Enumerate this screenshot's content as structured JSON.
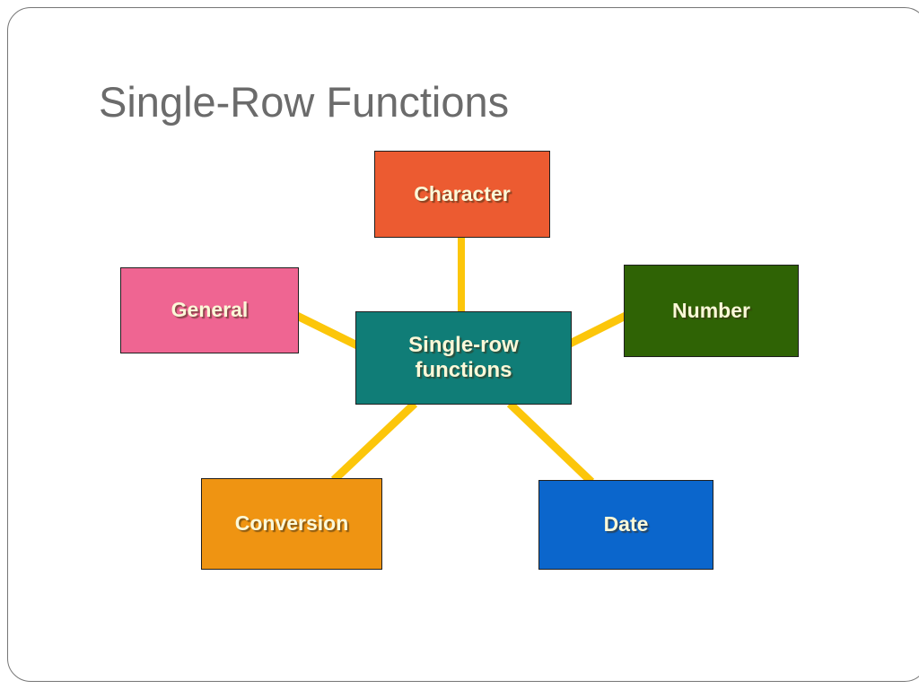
{
  "slide": {
    "title": "Single-Row Functions",
    "title_color": "#6b6b6b",
    "background_color": "#ffffff",
    "frame_border_color": "#767676"
  },
  "diagram": {
    "type": "hub-and-spoke",
    "connector_color": "#fcc60a",
    "center": {
      "id": "center",
      "label_line1": "Single-row",
      "label_line2": "functions",
      "fill": "#107d77",
      "text_color": "#fbf8d8"
    },
    "nodes": [
      {
        "id": "character",
        "label": "Character",
        "fill": "#ec5b31",
        "text_color": "#fbf8d8",
        "position": "top"
      },
      {
        "id": "general",
        "label": "General",
        "fill": "#ef6592",
        "text_color": "#fbf8d8",
        "position": "left"
      },
      {
        "id": "number",
        "label": "Number",
        "fill": "#2f6305",
        "text_color": "#fbf8d8",
        "position": "right"
      },
      {
        "id": "conversion",
        "label": "Conversion",
        "fill": "#ef9412",
        "text_color": "#fbf8d8",
        "position": "bottom-left"
      },
      {
        "id": "date",
        "label": "Date",
        "fill": "#0b66cc",
        "text_color": "#fbf8d8",
        "position": "bottom-right"
      }
    ]
  }
}
